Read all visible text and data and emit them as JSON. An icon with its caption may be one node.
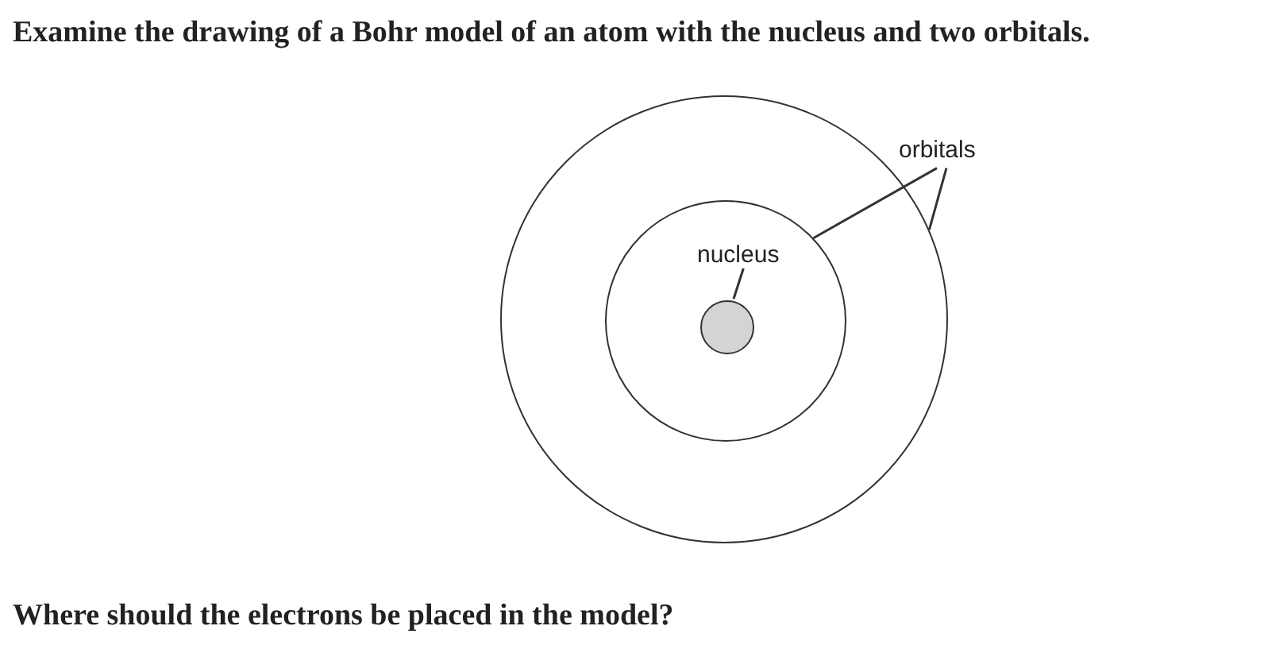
{
  "diagram": {
    "title": "Examine the drawing of a Bohr model of an atom with the nucleus and two orbitals.",
    "caption": "Where should the electrons be placed in the model?",
    "nodes": [
      {
        "text": [],
        "shape": "circle"
      },
      {
        "text": [
          "orbitals"
        ]
      },
      {
        "text": [],
        "shape": "circle",
        "in": 0
      },
      {
        "text": [
          "nucleus"
        ],
        "in": 2
      },
      {
        "text": [],
        "shape": "circle",
        "in": 2
      }
    ],
    "edges": [
      {
        "from": 1,
        "to": 0,
        "arrow": "none"
      },
      {
        "from": 1,
        "to": 2,
        "arrow": "none"
      },
      {
        "from": 3,
        "to": 4,
        "arrow": "none"
      }
    ]
  }
}
